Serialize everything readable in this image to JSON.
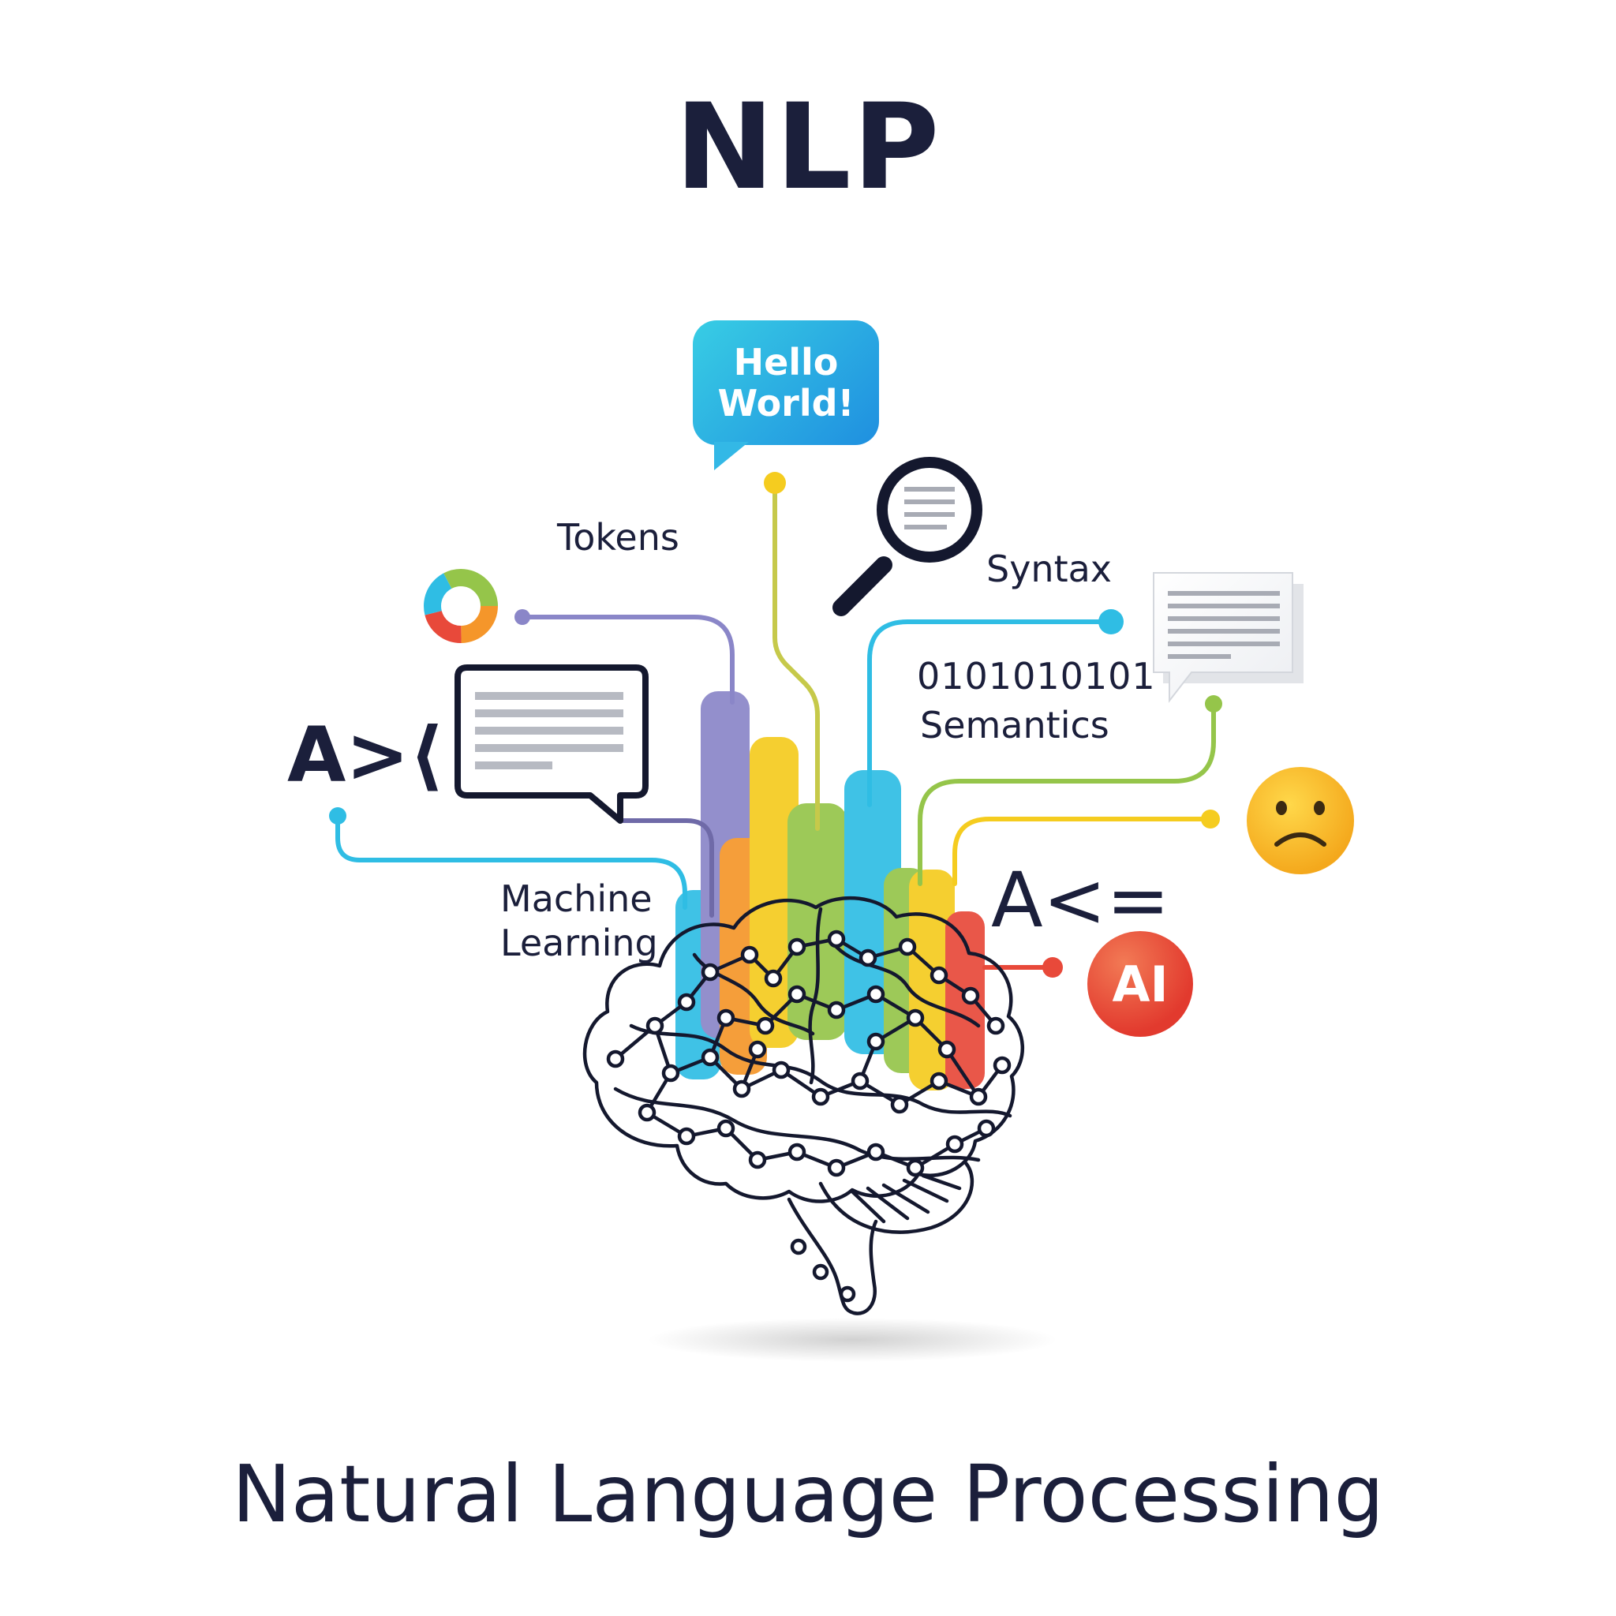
{
  "title": "NLP",
  "subtitle": "Natural Language Processing",
  "labels": {
    "tokens": "Tokens",
    "syntax": "Syntax",
    "binary": "0101010101",
    "semantics": "Semantics",
    "machine_learning_line1": "Machine",
    "machine_learning_line2": "Learning",
    "glyph_left": "A>⟨",
    "glyph_right": "A<=",
    "ai": "AI"
  },
  "speech_bubble": {
    "line1": "Hello",
    "line2": "World!"
  },
  "icons": {
    "speech_bubble": "speech-bubble-icon",
    "magnifier": "magnifier-icon",
    "donut": "donut-chart-icon",
    "chat_doc_left": "chat-document-icon",
    "chat_doc_right": "document-bubble-icon",
    "sad_face": "sad-face-icon",
    "brain": "brain-network-icon",
    "ai_badge": "ai-badge-icon"
  },
  "colors": {
    "text": "#1b1f3b",
    "purple": "#8a86c8",
    "yellow": "#f5cc1f",
    "green": "#95c54a",
    "blue": "#2fbde4",
    "orange": "#f5962a",
    "red": "#e8493a",
    "cyan": "#1fb8e0"
  }
}
